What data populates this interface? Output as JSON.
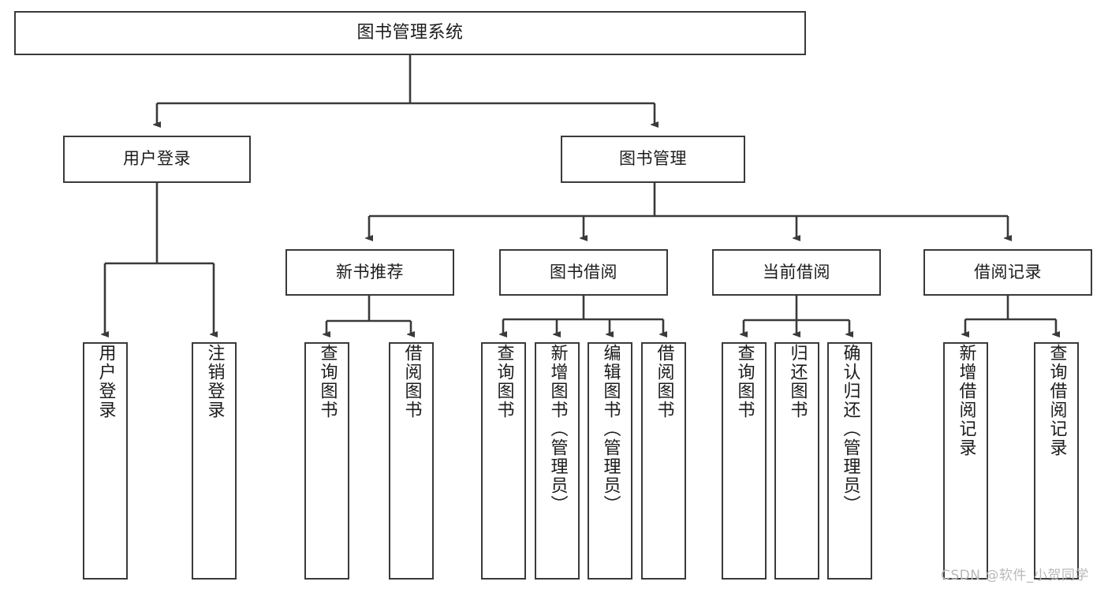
{
  "diagram": {
    "title": "图书管理系统",
    "type": "tree-hierarchy",
    "watermark": "CSDN @软件_小贺同学",
    "colors": {
      "stroke": "#3a3a3a",
      "fill": "#ffffff",
      "text": "#1c1c1c",
      "watermark": "#b9b9b9"
    },
    "nodes": {
      "root": {
        "label": "图书管理系统"
      },
      "level2": [
        {
          "label": "用户登录"
        },
        {
          "label": "图书管理"
        }
      ],
      "level3": [
        {
          "label": "新书推荐"
        },
        {
          "label": "图书借阅"
        },
        {
          "label": "当前借阅"
        },
        {
          "label": "借阅记录"
        }
      ],
      "leaves_user_login": [
        {
          "label": "用户登录"
        },
        {
          "label": "注销登录"
        }
      ],
      "leaves_new_book": [
        {
          "label": "查询图书"
        },
        {
          "label": "借阅图书"
        }
      ],
      "leaves_borrow": [
        {
          "label": "查询图书"
        },
        {
          "label": "新增图书（管理员）"
        },
        {
          "label": "编辑图书（管理员）"
        },
        {
          "label": "借阅图书"
        }
      ],
      "leaves_current": [
        {
          "label": "查询图书"
        },
        {
          "label": "归还图书"
        },
        {
          "label": "确认归还（管理员）"
        }
      ],
      "leaves_record": [
        {
          "label": "新增借阅记录"
        },
        {
          "label": "查询借阅记录"
        }
      ]
    }
  }
}
